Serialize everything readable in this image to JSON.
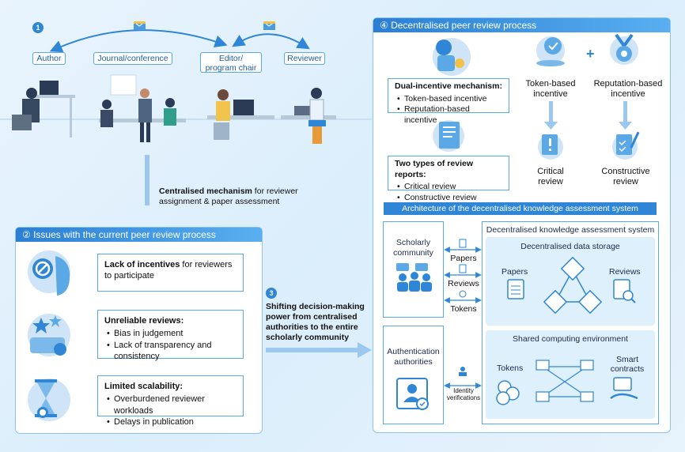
{
  "top": {
    "step_num": "1",
    "roles": [
      "Author",
      "Journal/conference",
      "Editor/\nprogram chair",
      "Reviewer"
    ],
    "centralised_bold": "Centralised mechanism",
    "centralised_rest": " for reviewer",
    "centralised_line2": "assignment & paper assessment"
  },
  "issues": {
    "header": "② Issues with the current peer review process",
    "items": [
      {
        "bold": "Lack of incentives",
        "rest": " for reviewers to participate",
        "bullets": []
      },
      {
        "bold": "Unreliable reviews:",
        "rest": "",
        "bullets": [
          "Bias in judgement",
          "Lack of transparency and consistency"
        ]
      },
      {
        "bold": "Limited scalability:",
        "rest": "",
        "bullets": [
          "Overburdened reviewer workloads",
          "Delays in publication"
        ]
      }
    ]
  },
  "shift": {
    "num": "3",
    "text": "Shifting decision-making power from centralised authorities to the entire scholarly community"
  },
  "decentral": {
    "header": "④ Decentralised peer review process",
    "dual_title": "Dual-incentive mechanism:",
    "dual_bullets": [
      "Token-based incentive",
      "Reputation-based incentive"
    ],
    "token_label": "Token-based incentive",
    "plus": "+",
    "reputation_label": "Reputation-based incentive",
    "two_title": "Two types of review reports:",
    "two_bullets": [
      "Critical review",
      "Constructive review"
    ],
    "critical_label": "Critical review",
    "constructive_label": "Constructive review"
  },
  "arch": {
    "title": "Architecture of the decentralised knowledge assessment system",
    "scholarly": "Scholarly community",
    "flows": [
      "Papers",
      "Reviews",
      "Tokens"
    ],
    "auth": "Authentication authorities",
    "identity": "Identity verifications",
    "system_title": "Decentralised knowledge assessment system",
    "storage_title": "Decentralised data storage",
    "papers": "Papers",
    "reviews": "Reviews",
    "compute_title": "Shared computing environment",
    "tokens": "Tokens",
    "contracts": "Smart contracts"
  },
  "colors": {
    "accent": "#2a7fd4",
    "light": "#dff0fd",
    "border": "#5aa8e6"
  }
}
